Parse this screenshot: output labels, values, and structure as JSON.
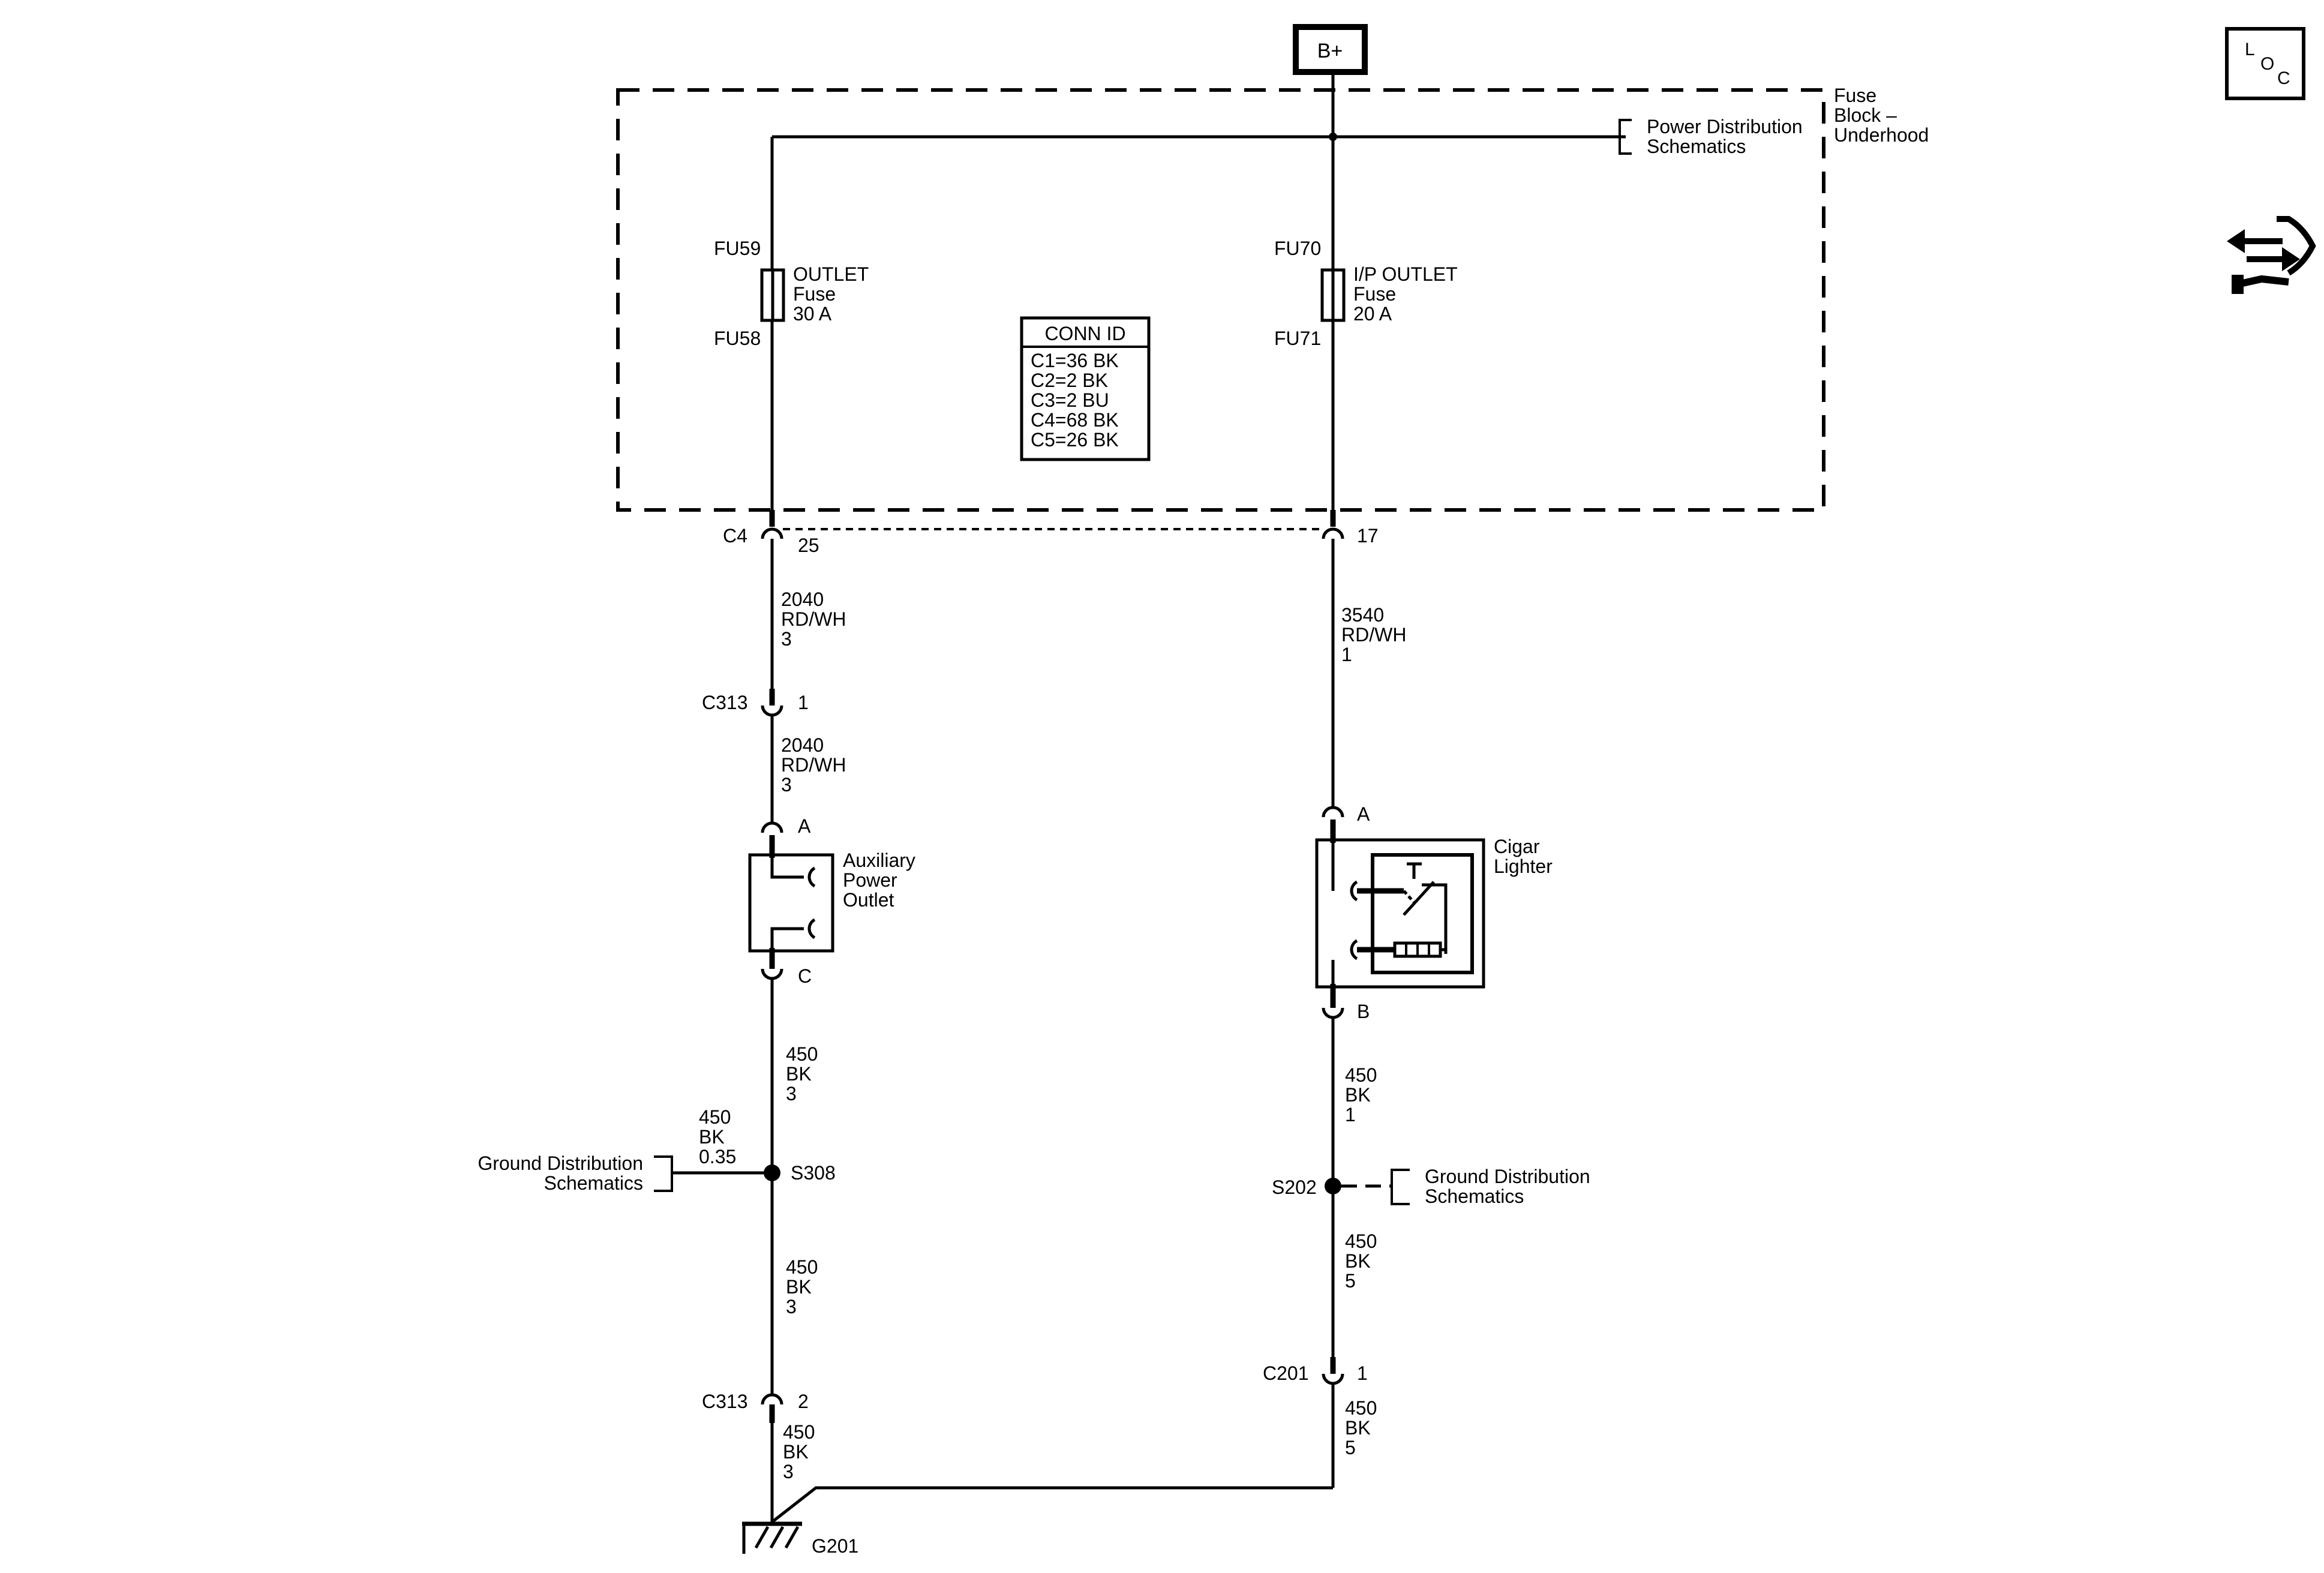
{
  "battery": {
    "label": "B+"
  },
  "fuse_block": {
    "name_line1": "Fuse",
    "name_line2": "Block –",
    "name_line3": "Underhood",
    "ref_line1": "Power Distribution",
    "ref_line2": "Schematics"
  },
  "fuse_left": {
    "top_pin": "FU59",
    "bottom_pin": "FU58",
    "name_line1": "OUTLET",
    "name_line2": "Fuse",
    "rating": "30 A"
  },
  "fuse_right": {
    "top_pin": "FU70",
    "bottom_pin": "FU71",
    "name_line1": "I/P OUTLET",
    "name_line2": "Fuse",
    "rating": "20 A"
  },
  "conn_id": {
    "title": "CONN ID",
    "rows": [
      "C1=36 BK",
      "C2=2 BK",
      "C3=2 BU",
      "C4=68 BK",
      "C5=26 BK"
    ]
  },
  "left_circuit": {
    "c4_label": "C4",
    "c4_pin": "25",
    "wire1": [
      "2040",
      "RD/WH",
      "3"
    ],
    "c313_top_label": "C313",
    "c313_top_pin": "1",
    "wire2": [
      "2040",
      "RD/WH",
      "3"
    ],
    "apo_pin_a": "A",
    "apo_name": [
      "Auxiliary",
      "Power",
      "Outlet"
    ],
    "apo_pin_c": "C",
    "wire3": [
      "450",
      "BK",
      "3"
    ],
    "splice_label": "S308",
    "branch_wire": [
      "450",
      "BK",
      "0.35"
    ],
    "ground_ref": [
      "Ground Distribution",
      "Schematics"
    ],
    "wire4": [
      "450",
      "BK",
      "3"
    ],
    "c313_bottom_label": "C313",
    "c313_bottom_pin": "2",
    "wire5": [
      "450",
      "BK",
      "3"
    ],
    "ground_label": "G201"
  },
  "right_circuit": {
    "pin_17": "17",
    "wire1": [
      "3540",
      "RD/WH",
      "1"
    ],
    "cl_pin_a": "A",
    "cl_name": [
      "Cigar",
      "Lighter"
    ],
    "cl_pin_b": "B",
    "wire2": [
      "450",
      "BK",
      "1"
    ],
    "splice_label": "S202",
    "ground_ref": [
      "Ground Distribution",
      "Schematics"
    ],
    "wire3": [
      "450",
      "BK",
      "5"
    ],
    "c201_label": "C201",
    "c201_pin": "1",
    "wire4": [
      "450",
      "BK",
      "5"
    ]
  },
  "icons": {
    "loc_letters": [
      "L",
      "O",
      "C"
    ],
    "top_icon": "loc-icon",
    "side_icon": "connector-arrows-icon"
  }
}
